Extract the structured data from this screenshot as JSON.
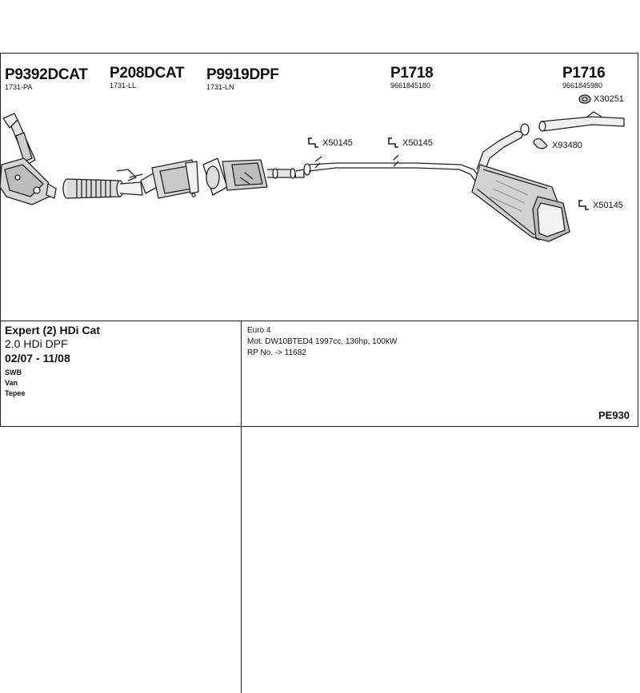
{
  "parts": [
    {
      "code": "P9392DCAT",
      "sub": "1731-PA"
    },
    {
      "code": "P208DCAT",
      "sub": "1731-LL"
    },
    {
      "code": "P9919DPF",
      "sub": "1731-LN"
    },
    {
      "code": "P1718",
      "sub": "9661845180"
    },
    {
      "code": "P1716",
      "sub": "9661845980"
    }
  ],
  "clamps": {
    "x30251": "X30251",
    "x50145_a": "X50145",
    "x50145_b": "X50145",
    "x93480": "X93480",
    "x50145_c": "X50145"
  },
  "vehicle": {
    "model": "Expert (2) HDi Cat",
    "engine": "2.0 HDi DPF",
    "dates": "02/07 - 11/08",
    "variants": [
      "SWB",
      "Van",
      "Tepee"
    ]
  },
  "specs": {
    "emission": "Euro 4",
    "motor": "Mot. DW10BTED4 1997cc, 136hp, 100kW",
    "rp": "RP No. -> 11682"
  },
  "reference": "PE930"
}
